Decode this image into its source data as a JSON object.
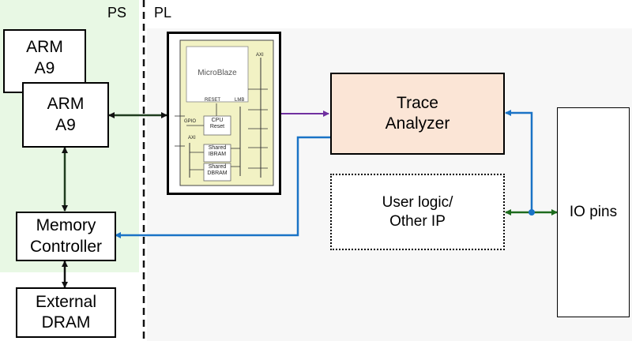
{
  "regions": {
    "ps_label": "PS",
    "pl_label": "PL"
  },
  "blocks": {
    "arm_back": "ARM\nA9",
    "arm_front": "ARM\nA9",
    "memory_controller": "Memory\nController",
    "external_dram": "External\nDRAM",
    "trace_analyzer": "Trace\nAnalyzer",
    "user_logic": "User logic/\nOther IP",
    "io_pins": "IO pins"
  },
  "microblaze": {
    "title": "MicroBlaze",
    "axi_right": "AXI",
    "reset": "RESET",
    "lmb": "LMB",
    "gpio": "GPIO",
    "cpu_reset": "CPU\nReset",
    "axi_left": "AXI",
    "shared_ibram": "Shared\nIBRAM",
    "shared_dbram": "Shared\nDBRAM"
  },
  "colors": {
    "ps_background": "#e8f8e4",
    "pl_background": "#f7f7f7",
    "trace_fill": "#fbe5d6",
    "mb_fill": "#f2f2c4",
    "blue_link": "#1a73c6",
    "purple_link": "#7030a0",
    "green_link": "#1d6b1d"
  }
}
